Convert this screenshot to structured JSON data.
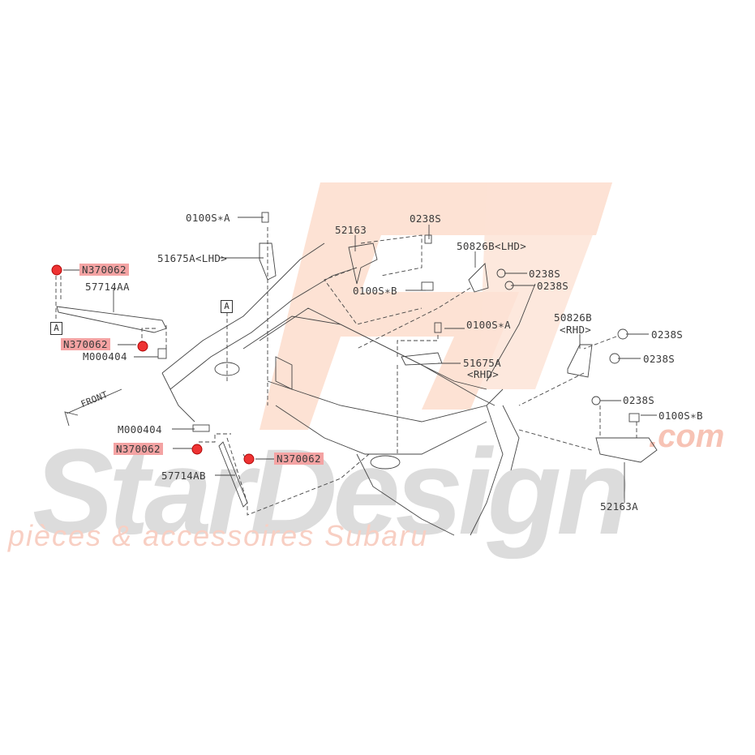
{
  "watermark": {
    "brand": "StarDesign",
    "domain_suffix": ".com",
    "tagline": "pièces & accessoires Subaru",
    "logo_color": "#fbd9c8",
    "brand_color": "#d8d8d8",
    "accent_color": "#f5b8a8"
  },
  "highlight_color": "#f4a3a3",
  "front_label": "FRONT",
  "ref_markers": [
    "A",
    "A"
  ],
  "labels": {
    "bolt_a_top": "0100S∗A",
    "bracket_52163": "52163",
    "nut_0238s_top": "0238S",
    "stay_51675a_lhd": "51675A<LHD>",
    "nut_n370062_1": "N370062",
    "bar_57714aa": "57714AA",
    "bracket_50826b_lhd": "50826B<LHD>",
    "nut_0238s_lhd_1": "0238S",
    "nut_0238s_lhd_2": "0238S",
    "bolt_b_mid": "0100S∗B",
    "nut_n370062_2": "N370062",
    "bolt_m000404_1": "M000404",
    "bolt_a_mid": "0100S∗A",
    "stay_51675a_rhd": "51675A",
    "stay_51675a_rhd_side": "<RHD>",
    "bracket_50826b_rhd": "50826B",
    "bracket_50826b_rhd_side": "<RHD>",
    "nut_0238s_rhd_1": "0238S",
    "nut_0238s_rhd_2": "0238S",
    "nut_0238s_lower": "0238S",
    "bolt_b_lower": "0100S∗B",
    "bolt_m000404_2": "M000404",
    "nut_n370062_3": "N370062",
    "nut_n370062_4": "N370062",
    "bar_57714ab": "57714AB",
    "bracket_52163a": "52163A"
  }
}
